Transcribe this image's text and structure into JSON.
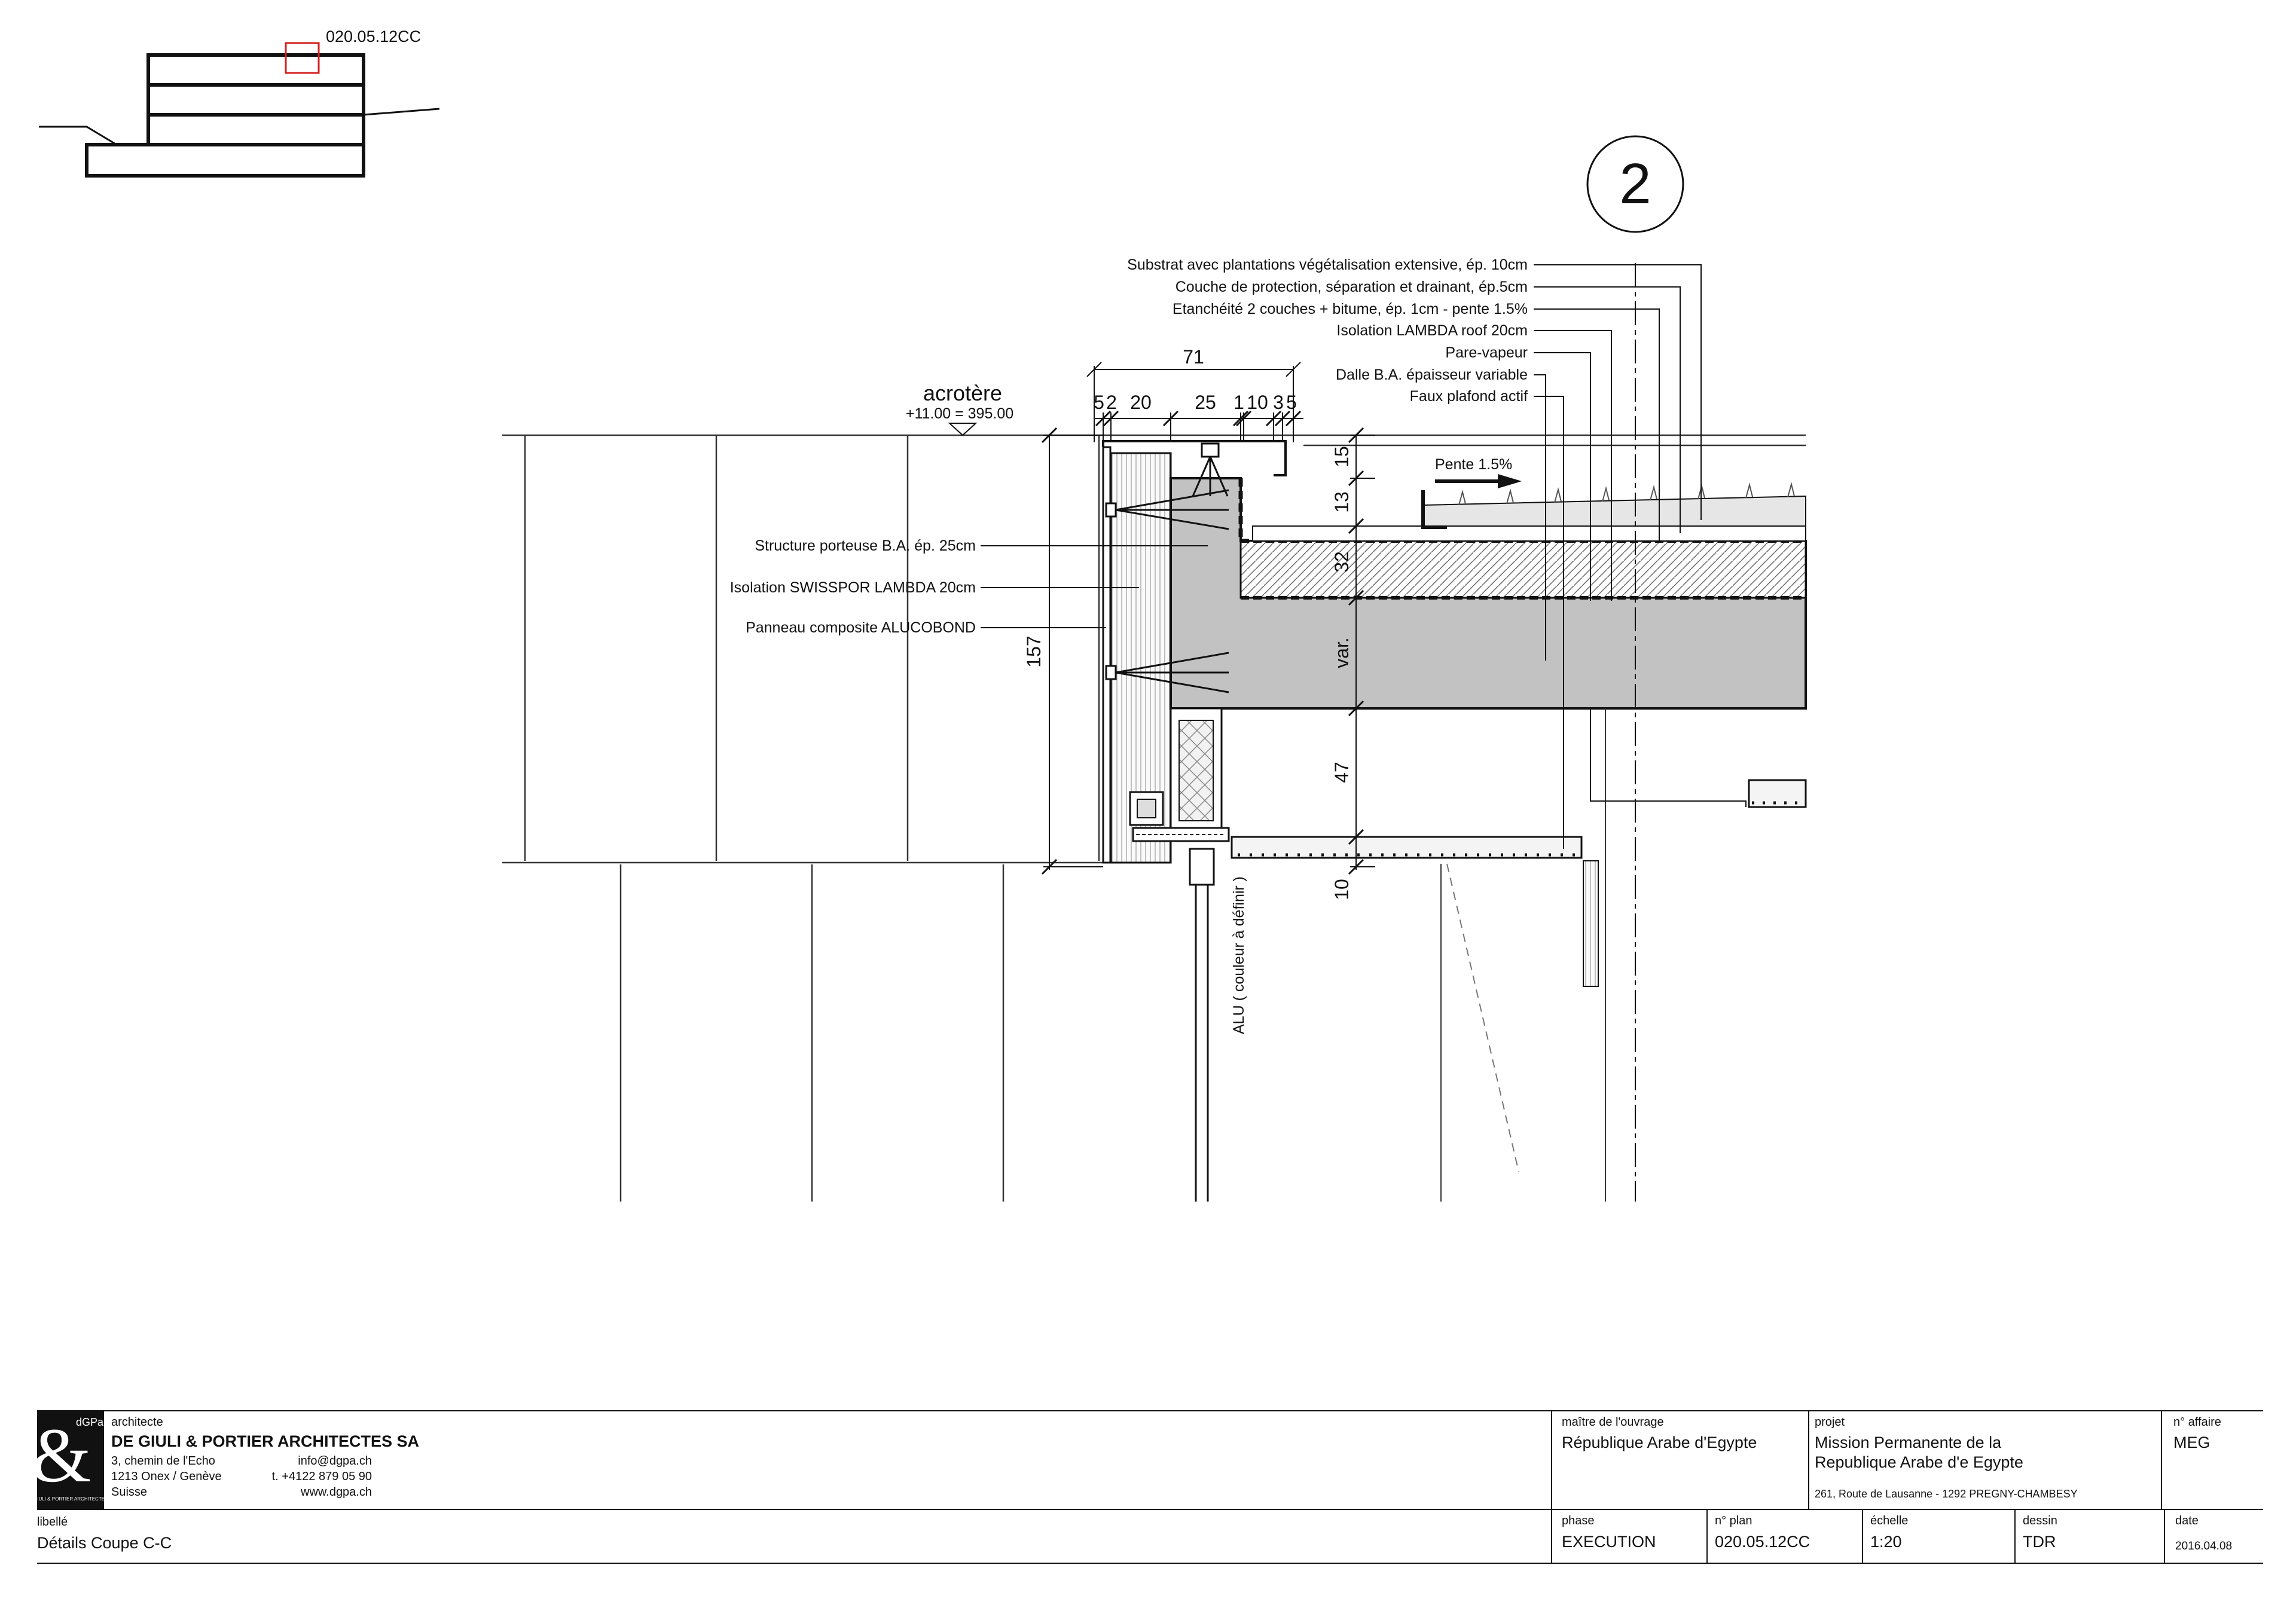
{
  "keyplan": {
    "ref": "020.05.12CC"
  },
  "detail": {
    "callout_number": "2",
    "acrotere": {
      "label": "acrotère",
      "elevation": "+11.00 = 395.00"
    },
    "pente_label": "Pente 1.5%",
    "roof_layers": [
      "Substrat avec plantations végétalisation extensive, ép. 10cm",
      "Couche de protection, séparation et drainant, ép.5cm",
      "Etanchéité 2 couches + bitume, ép. 1cm - pente 1.5%",
      "Isolation LAMBDA roof 20cm",
      "Pare-vapeur",
      "Dalle B.A. épaisseur variable",
      "Faux plafond actif"
    ],
    "wall_layers": [
      "Structure porteuse B.A. ép. 25cm",
      "Isolation SWISSPOR LAMBDA 20cm",
      "Panneau composite ALUCOBOND"
    ],
    "alu_note": "ALU ( couleur à définir )",
    "dimensions": {
      "top_total": "71",
      "top_parts": [
        "5",
        "2",
        "20",
        "25",
        "1",
        "10",
        "3",
        "5"
      ],
      "vertical_total": "157",
      "vertical_parts": [
        "15",
        "13",
        "32",
        "var.",
        "47",
        "10"
      ]
    }
  },
  "titleblock": {
    "architecte": {
      "caption": "architecte",
      "logo_mark": "&",
      "logo_small": "dGPa",
      "logo_sub": "DE GIULI & PORTIER ARCHITECTES SA",
      "name": "DE GIULI & PORTIER ARCHITECTES SA",
      "address_1": "3,  chemin de  l'Echo",
      "address_2": "1213 Onex / Genève",
      "address_3": "Suisse",
      "email": "info@dgpa.ch",
      "phone": "t. +4122 879 05 90",
      "web": "www.dgpa.ch"
    },
    "maitre": {
      "caption": "maître de l'ouvrage",
      "value": "République Arabe d'Egypte"
    },
    "projet": {
      "caption": "projet",
      "line1": "Mission Permanente de la",
      "line2": "Republique Arabe d'e Egypte",
      "address": "261, Route de Lausanne - 1292 PREGNY-CHAMBESY"
    },
    "affaire": {
      "caption": "n° affaire",
      "value": "MEG"
    },
    "libelle": {
      "caption": "libellé",
      "value": "Détails Coupe C-C"
    },
    "phase": {
      "caption": "phase",
      "value": "EXECUTION"
    },
    "plan": {
      "caption": "n° plan",
      "value": "020.05.12CC"
    },
    "echelle": {
      "caption": "échelle",
      "value": "1:20"
    },
    "dessin": {
      "caption": "dessin",
      "value": "TDR"
    },
    "date": {
      "caption": "date",
      "value": "2016.04.08"
    }
  },
  "colors": {
    "concrete": "#c2c2c2",
    "line": "#111111",
    "keyplan_marker": "#d42020"
  }
}
